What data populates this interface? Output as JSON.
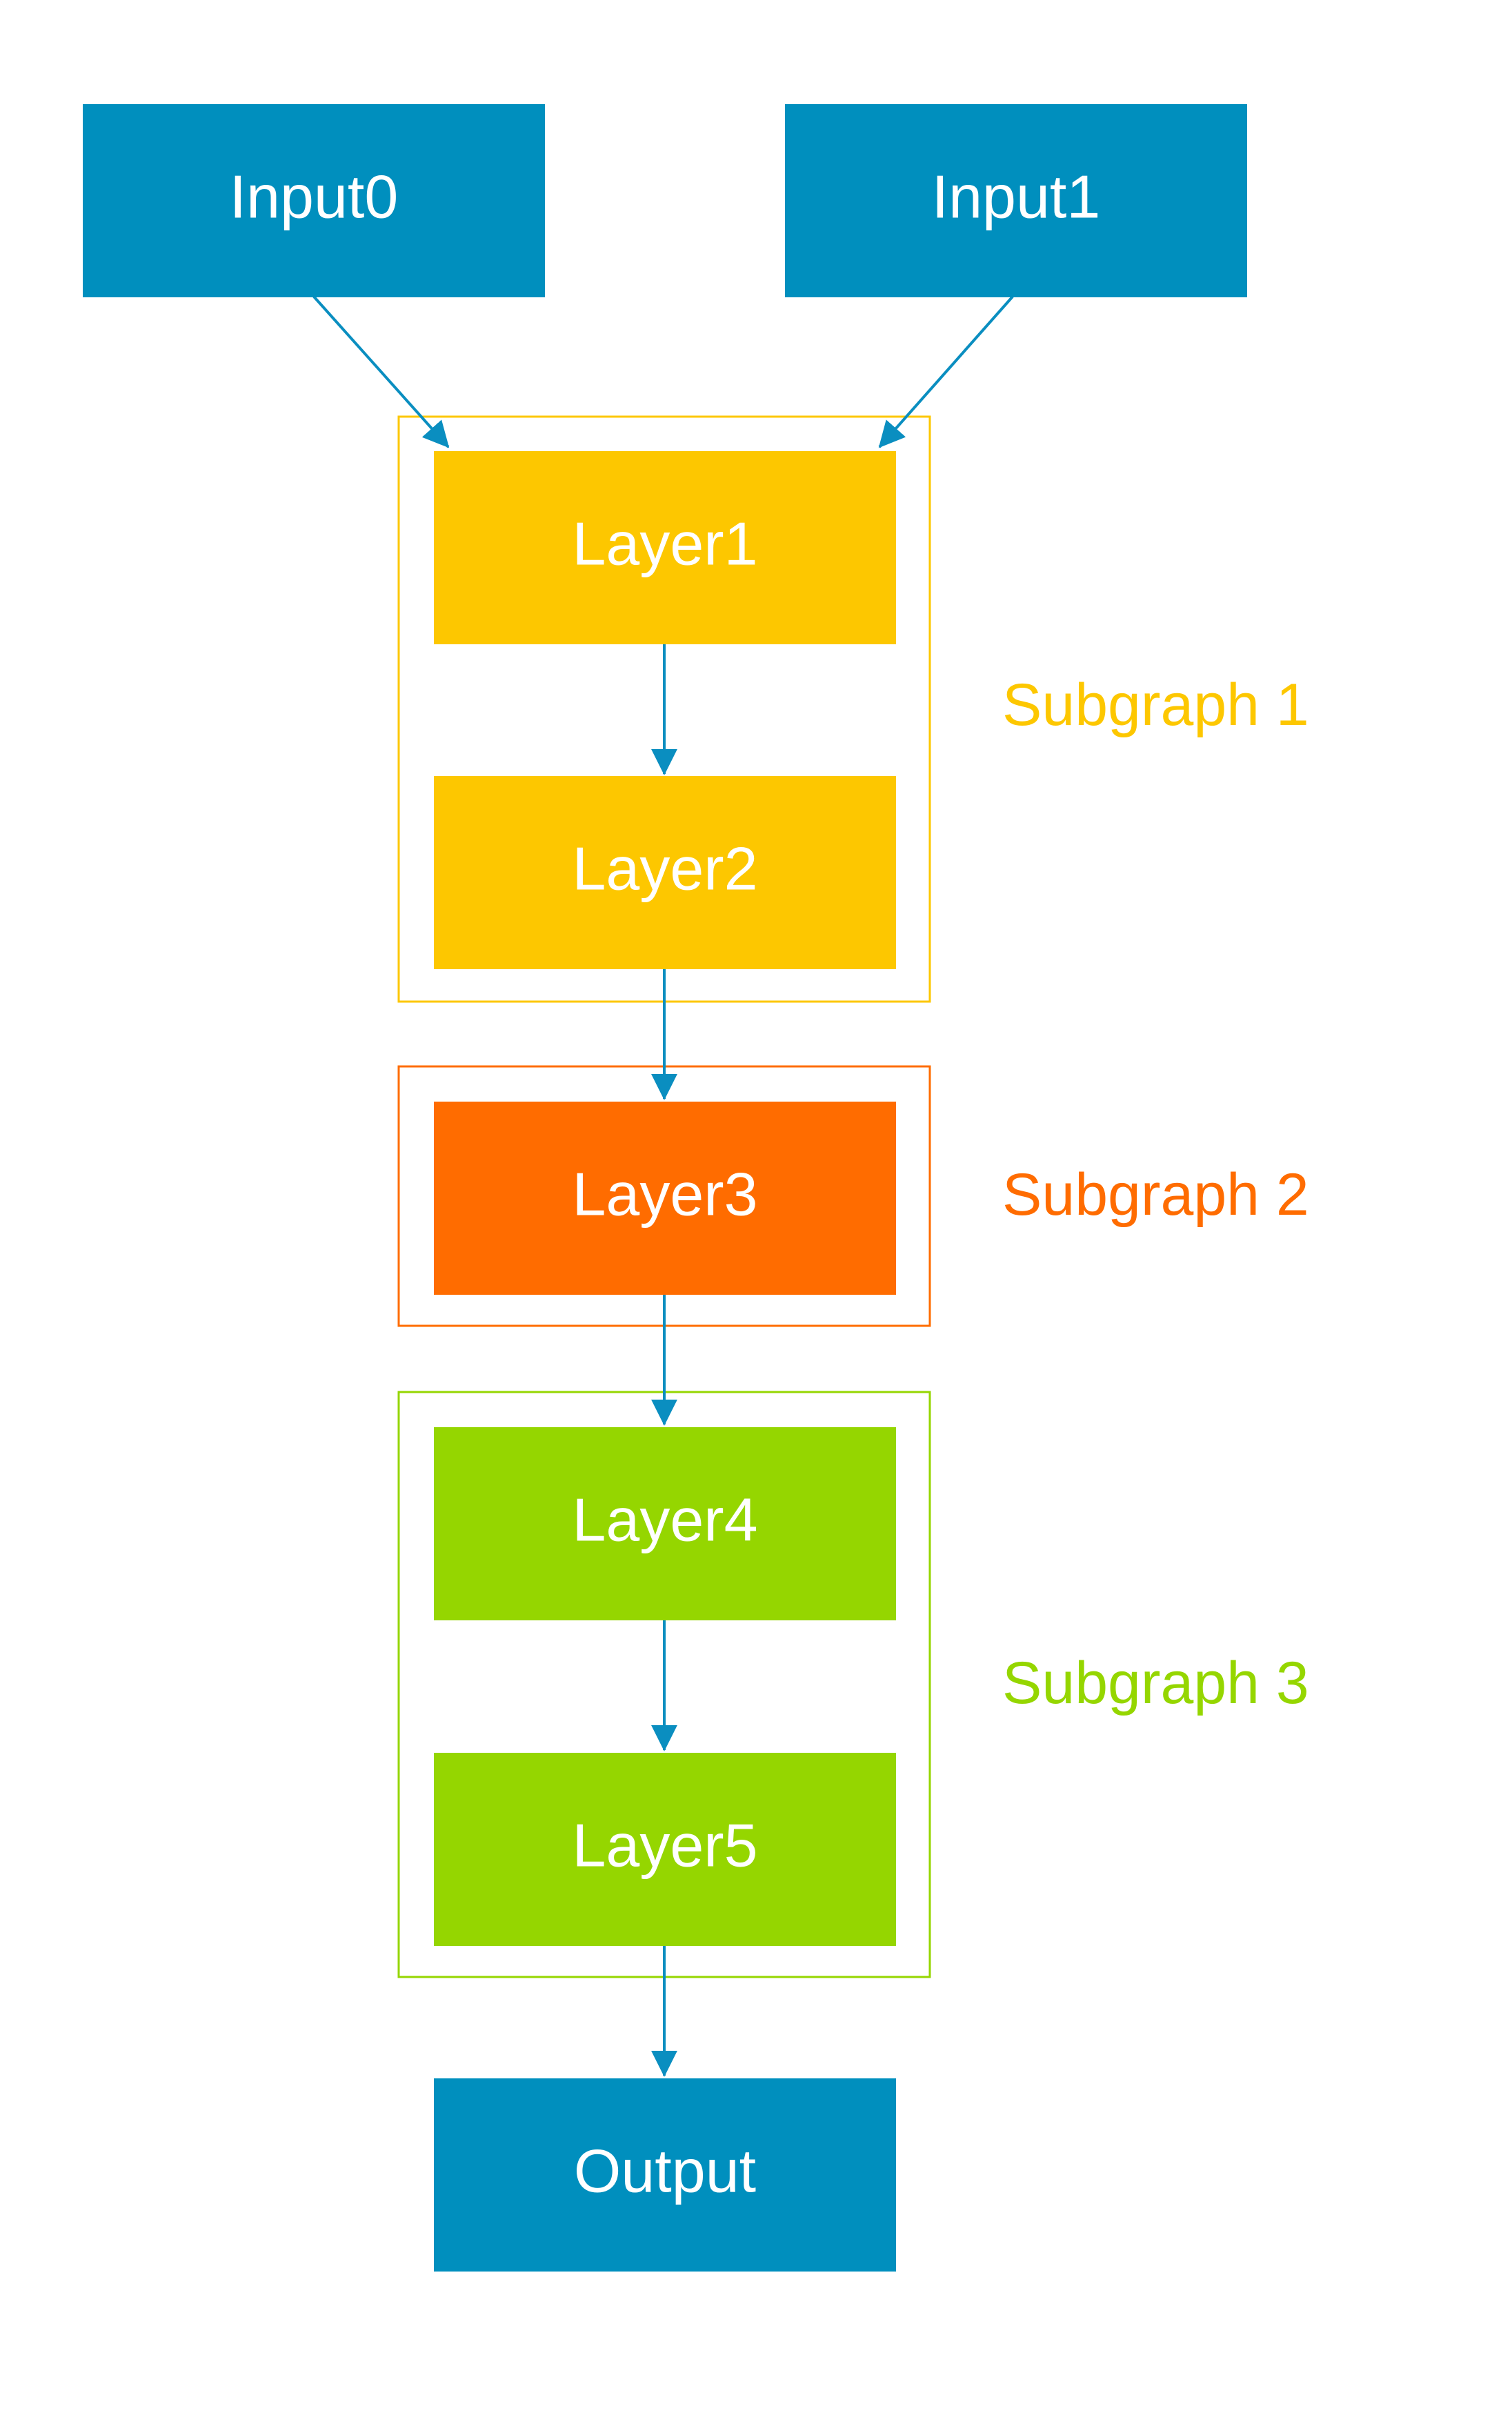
{
  "colors": {
    "io": "#008fbe",
    "subgraph_1": "#fdc700",
    "subgraph_2": "#ff6c00",
    "subgraph_3": "#95d600",
    "edge": "#0a8ec0"
  },
  "nodes": {
    "input0": "Input0",
    "input1": "Input1",
    "layer1": "Layer1",
    "layer2": "Layer2",
    "layer3": "Layer3",
    "layer4": "Layer4",
    "layer5": "Layer5",
    "output": "Output"
  },
  "subgraphs": {
    "subgraph_1": "Subgraph 1",
    "subgraph_2": "Subgraph 2",
    "subgraph_3": "Subgraph 3"
  },
  "edges": [
    [
      "input0",
      "layer1"
    ],
    [
      "input1",
      "layer1"
    ],
    [
      "layer1",
      "layer2"
    ],
    [
      "layer2",
      "layer3"
    ],
    [
      "layer3",
      "layer4"
    ],
    [
      "layer4",
      "layer5"
    ],
    [
      "layer5",
      "output"
    ]
  ]
}
